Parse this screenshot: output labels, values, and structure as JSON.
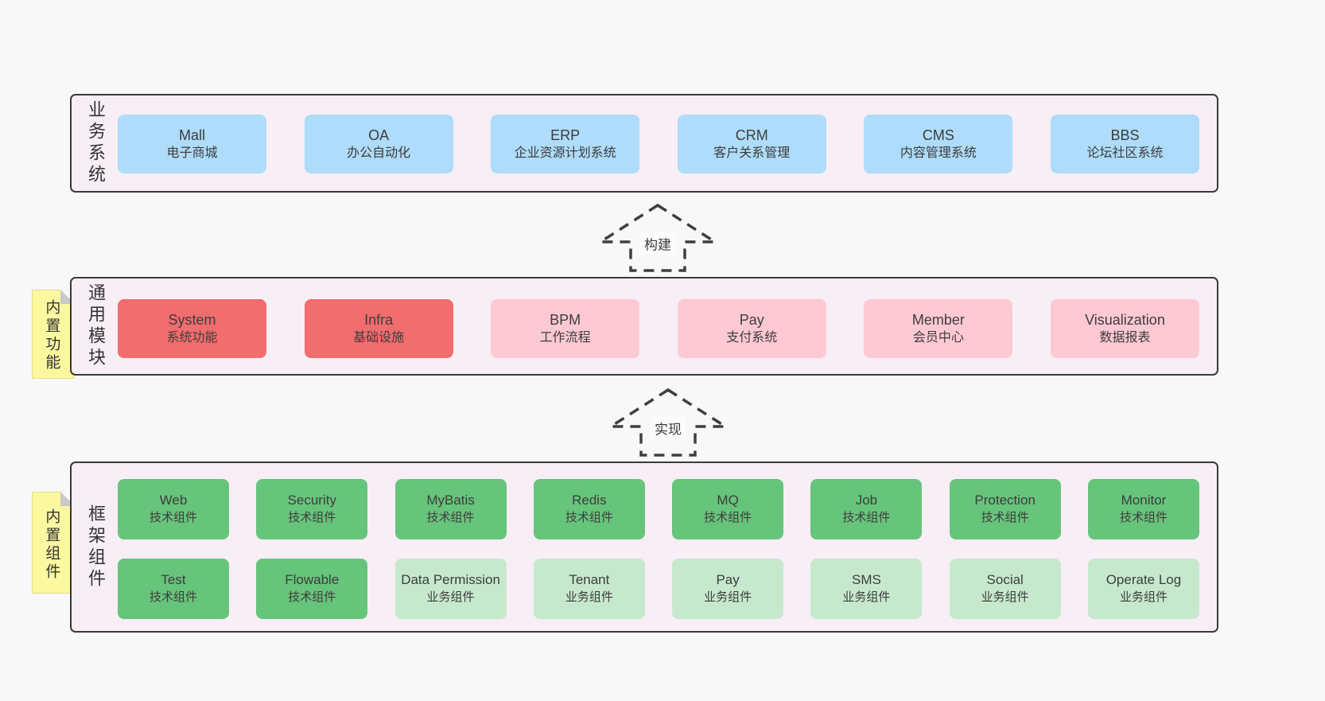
{
  "palette": {
    "page_bg": "#f8f8f8",
    "layer_bg": "#f7eef6",
    "layer_border": "#3a3a3a",
    "box_blue": "#aedcfa",
    "box_red": "#f26d6d",
    "box_pink": "#fec9d3",
    "box_green": "#67c47b",
    "box_green_light": "#c6e9cd",
    "sticky_yellow": "#fbf8a0",
    "arrow_dash": "#3f3f3f"
  },
  "arrows": [
    {
      "label": "构建"
    },
    {
      "label": "实现"
    }
  ],
  "layers": [
    {
      "label": "业务系统",
      "boxes": [
        {
          "title": "Mall",
          "subtitle": "电子商城"
        },
        {
          "title": "OA",
          "subtitle": "办公自动化"
        },
        {
          "title": "ERP",
          "subtitle": "企业资源计划系统"
        },
        {
          "title": "CRM",
          "subtitle": "客户关系管理"
        },
        {
          "title": "CMS",
          "subtitle": "内容管理系统"
        },
        {
          "title": "BBS",
          "subtitle": "论坛社区系统"
        }
      ]
    },
    {
      "label": "通用模块",
      "sticky": "内置功能",
      "boxes": [
        {
          "title": "System",
          "subtitle": "系统功能"
        },
        {
          "title": "Infra",
          "subtitle": "基础设施"
        },
        {
          "title": "BPM",
          "subtitle": "工作流程"
        },
        {
          "title": "Pay",
          "subtitle": "支付系统"
        },
        {
          "title": "Member",
          "subtitle": "会员中心"
        },
        {
          "title": "Visualization",
          "subtitle": "数据报表"
        }
      ]
    },
    {
      "label": "框架组件",
      "sticky": "内置组件",
      "row1": [
        {
          "title": "Web",
          "subtitle": "技术组件"
        },
        {
          "title": "Security",
          "subtitle": "技术组件"
        },
        {
          "title": "MyBatis",
          "subtitle": "技术组件"
        },
        {
          "title": "Redis",
          "subtitle": "技术组件"
        },
        {
          "title": "MQ",
          "subtitle": "技术组件"
        },
        {
          "title": "Job",
          "subtitle": "技术组件"
        },
        {
          "title": "Protection",
          "subtitle": "技术组件"
        },
        {
          "title": "Monitor",
          "subtitle": "技术组件"
        }
      ],
      "row2": [
        {
          "title": "Test",
          "subtitle": "技术组件"
        },
        {
          "title": "Flowable",
          "subtitle": "技术组件"
        },
        {
          "title": "Data Permission",
          "subtitle": "业务组件"
        },
        {
          "title": "Tenant",
          "subtitle": "业务组件"
        },
        {
          "title": "Pay",
          "subtitle": "业务组件"
        },
        {
          "title": "SMS",
          "subtitle": "业务组件"
        },
        {
          "title": "Social",
          "subtitle": "业务组件"
        },
        {
          "title": "Operate Log",
          "subtitle": "业务组件"
        }
      ]
    }
  ]
}
